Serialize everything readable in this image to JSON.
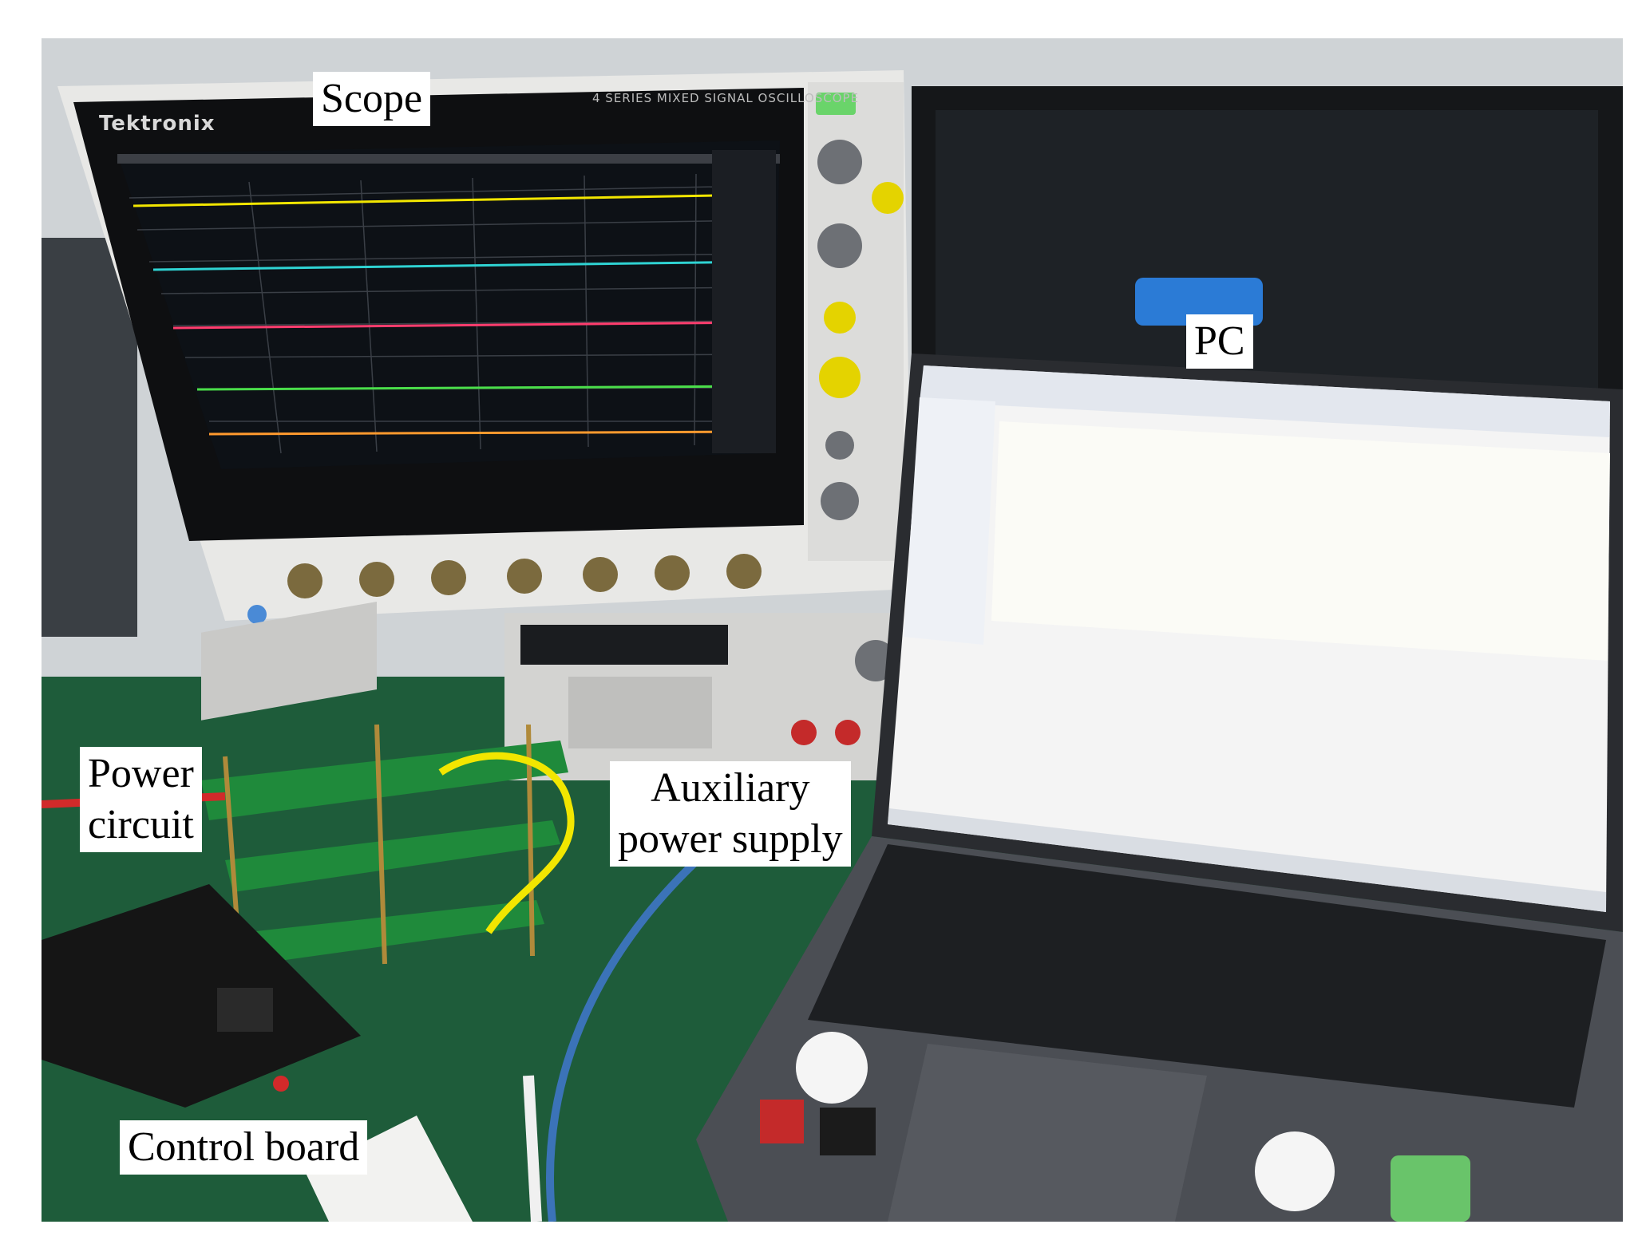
{
  "labels": {
    "scope": "Scope",
    "pc": "PC",
    "power_circuit": [
      "Power",
      "circuit"
    ],
    "auxiliary_power_supply": [
      "Auxiliary",
      "power supply"
    ],
    "control_board": "Control board"
  },
  "device_text": {
    "brand": "Tektronix",
    "series": "4 SERIES   MIXED SIGNAL OSCILLOSCOPE"
  },
  "colors": {
    "ch1": "#f2e600",
    "ch2": "#2fd3d3",
    "ch3": "#ff3d6e",
    "ch4": "#4ade4a",
    "ch5": "#ff9a2e",
    "pcb": "#1f8a3b",
    "mat": "#1e5c3a"
  }
}
